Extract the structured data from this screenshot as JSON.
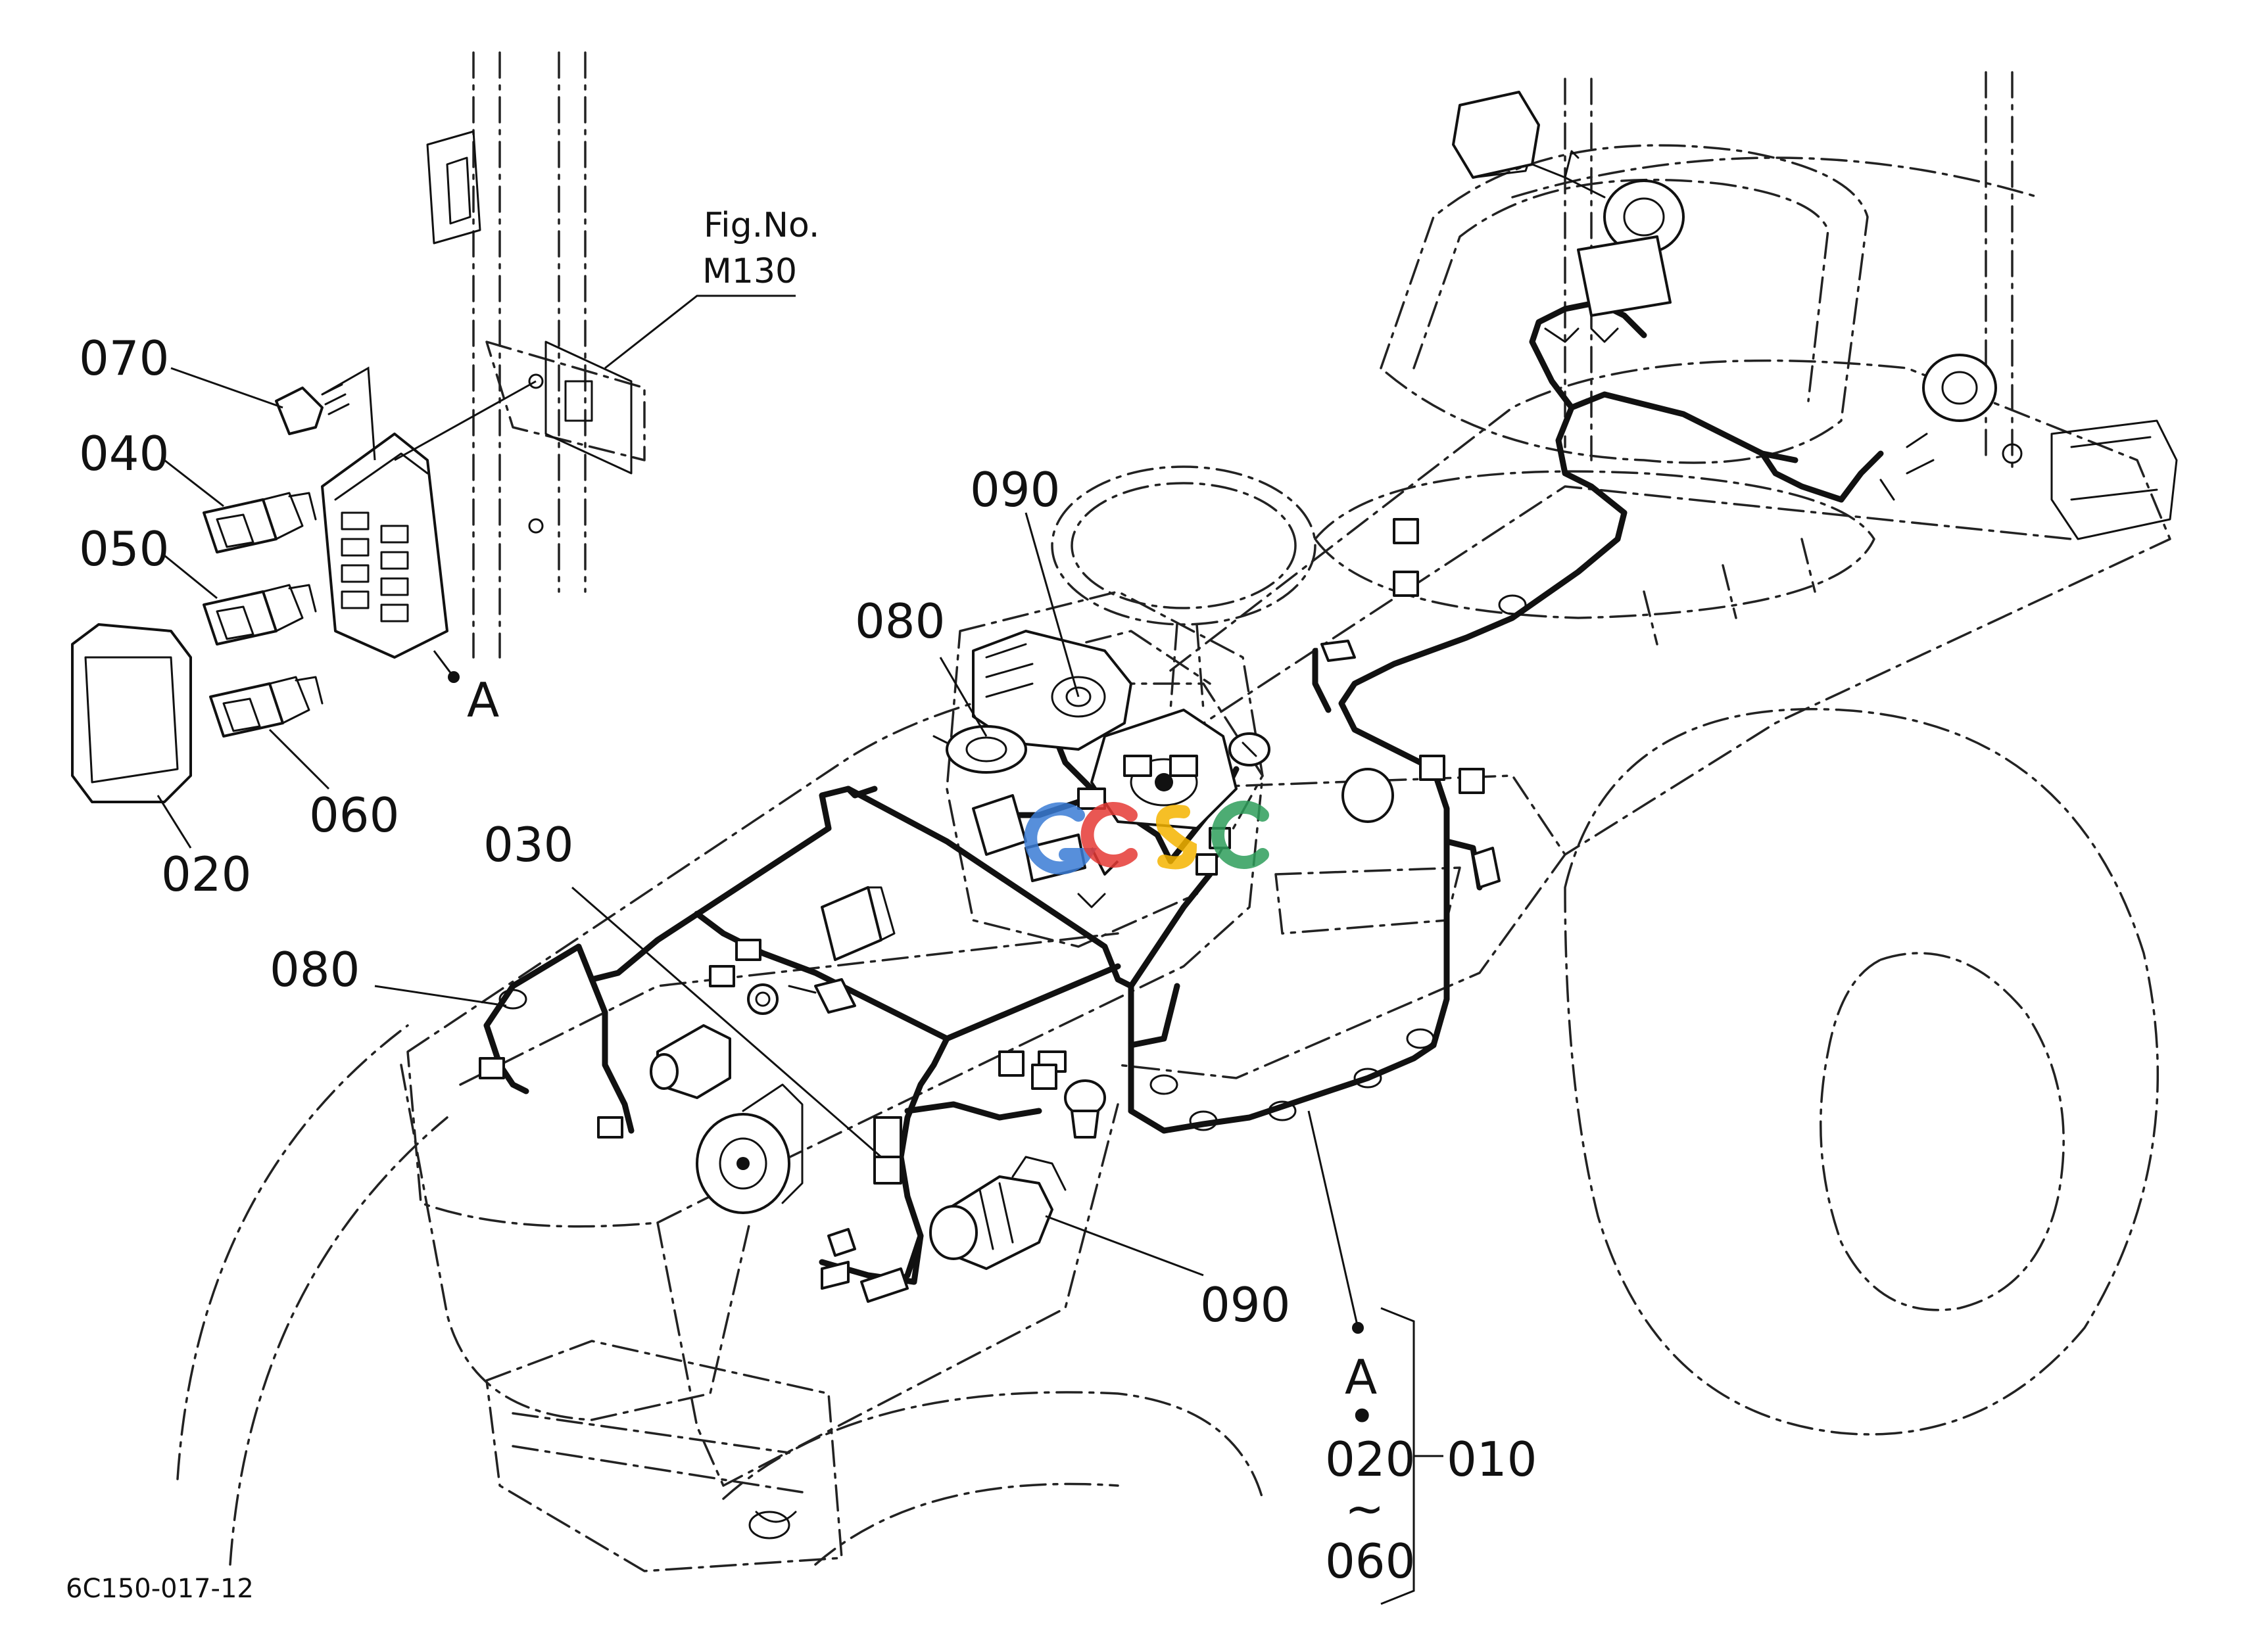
{
  "figure_ref": {
    "line1": "Fig.No.",
    "line2": "M130"
  },
  "parts": {
    "p070": "070",
    "p040": "040",
    "p050": "050",
    "p060a": "060",
    "p020a": "020",
    "p090a": "090",
    "p080a": "080",
    "p030": "030",
    "p080b": "080",
    "p090b": "090",
    "markerA_top": "A",
    "markerA_bottom": "A",
    "bullet": "•",
    "range_start": "020",
    "range_tilde": "~",
    "range_end": "060",
    "assembly": "010"
  },
  "diagram_code": "6C150-017-12",
  "watermark": {
    "letters": [
      "G",
      "S",
      "C"
    ],
    "colors": [
      "#3a7bd5",
      "#e53935",
      "#f4b400",
      "#2e9e5b"
    ]
  }
}
